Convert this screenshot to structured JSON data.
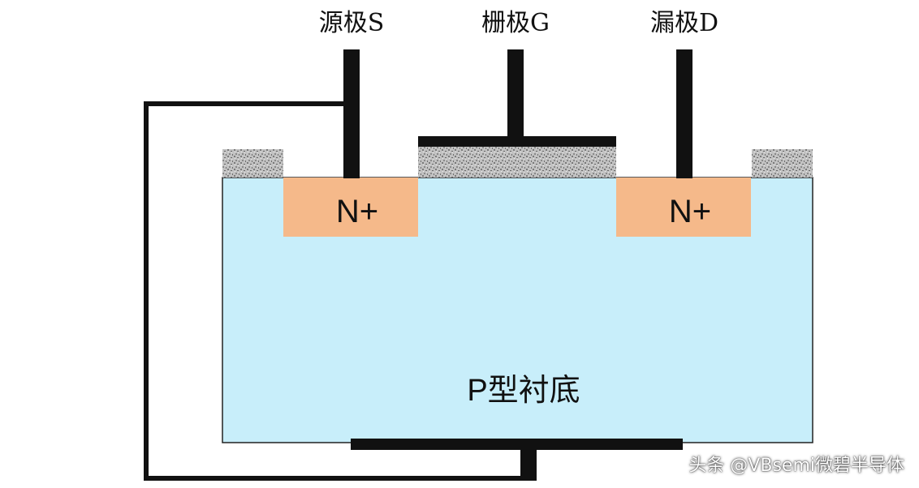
{
  "terminals": {
    "source": "源极S",
    "gate": "栅极G",
    "drain": "漏极D"
  },
  "regions": {
    "source_doping": "N+",
    "drain_doping": "N+",
    "substrate": "P型衬底"
  },
  "watermark": "头条 @VBsemi微碧半导体",
  "colors": {
    "substrate": "#c8eefa",
    "n_plus": "#f5b98a",
    "oxide": "#b9b9b9",
    "metal": "#111111"
  }
}
